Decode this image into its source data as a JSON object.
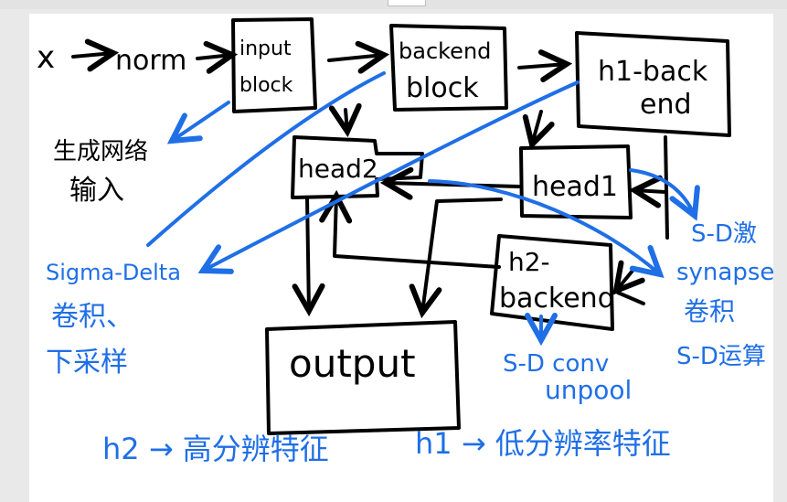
{
  "colors": {
    "ink": "#000000",
    "pen": "#1f6fe6",
    "paper": "#ffffff",
    "canvas": "#e9e9e9"
  },
  "diagram": {
    "flow": {
      "input_label": "x",
      "norm_label": "norm"
    },
    "blocks": {
      "input_block": [
        "input",
        "block"
      ],
      "backend_block": [
        "backend",
        "block"
      ],
      "h1_backend": [
        "h1-back",
        "end"
      ],
      "head2": "head2",
      "head1": "head1",
      "h2_backend": [
        "h2-",
        "backend"
      ],
      "output": "output"
    },
    "annotations": {
      "generator_input": [
        "生成网络",
        "输入"
      ],
      "sigma_delta": [
        "Sigma-Delta",
        "卷积、",
        "下采样"
      ],
      "sd_conv": [
        "S-D conv",
        "unpool"
      ],
      "sd_synapse": [
        "S-D激",
        "synapse",
        "卷积",
        "S-D运算"
      ],
      "h2_feature": "h2 → 高分辨特征",
      "h1_feature": "h1 → 低分辨率特征"
    }
  }
}
